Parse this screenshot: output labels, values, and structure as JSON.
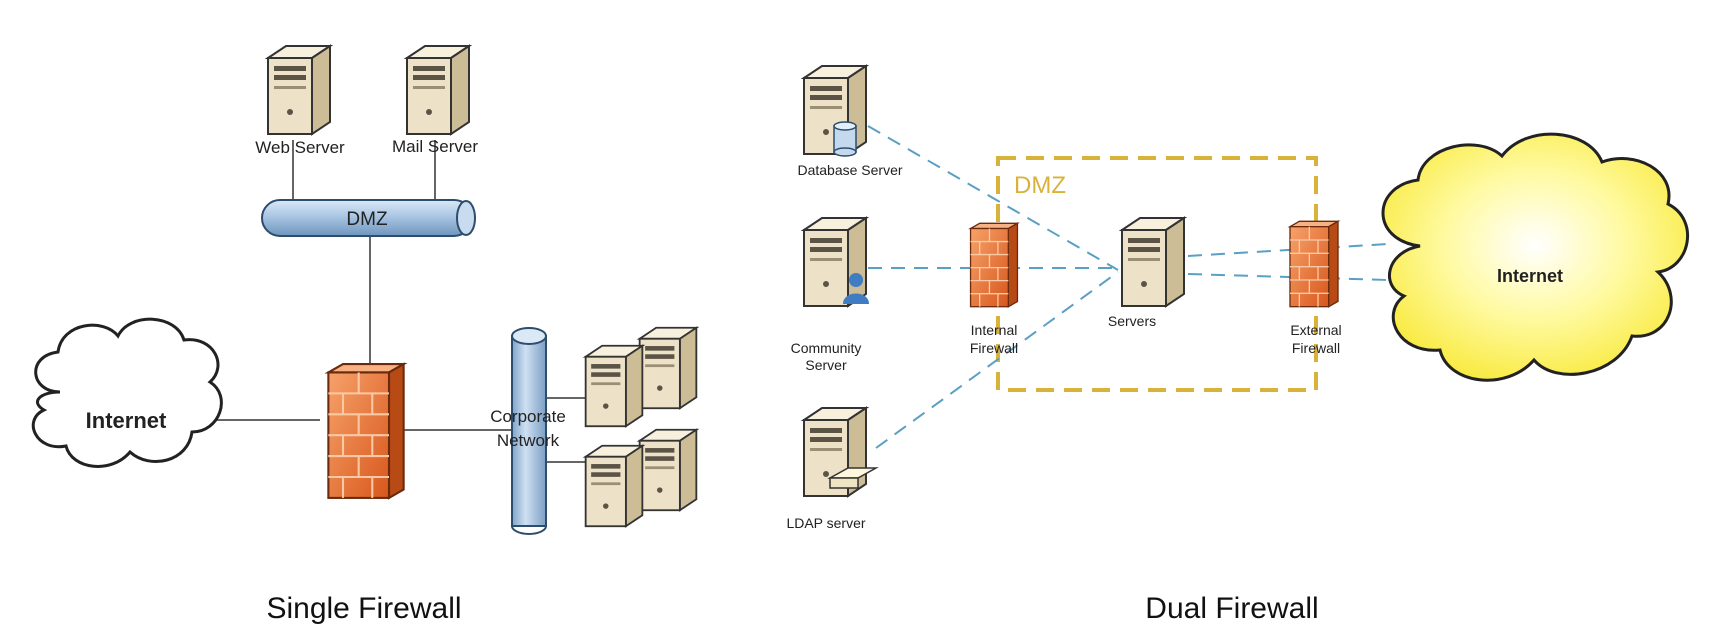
{
  "single": {
    "caption": "Single Firewall",
    "web_server": "Web Server",
    "mail_server": "Mail Server",
    "dmz": "DMZ",
    "internet": "Internet",
    "corporate_line1": "Corporate",
    "corporate_line2": "Network"
  },
  "dual": {
    "caption": "Dual Firewall",
    "database_server": "Database Server",
    "community_line1": "Community",
    "community_line2": "Server",
    "ldap_server": "LDAP server",
    "dmz": "DMZ",
    "internal_fw_line1": "Internal",
    "internal_fw_line2": "Firewall",
    "servers": "Servers",
    "external_fw_line1": "External",
    "external_fw_line2": "Firewall",
    "internet": "Internet"
  },
  "colors": {
    "dmz_bus": "#a9c6e3",
    "firewall": "#e8763a",
    "server_body": "#ede2c8",
    "dmz_zone": "#d9b23a",
    "link_dashed": "#5a9fc4",
    "cloud_internet": "#fff36a"
  }
}
